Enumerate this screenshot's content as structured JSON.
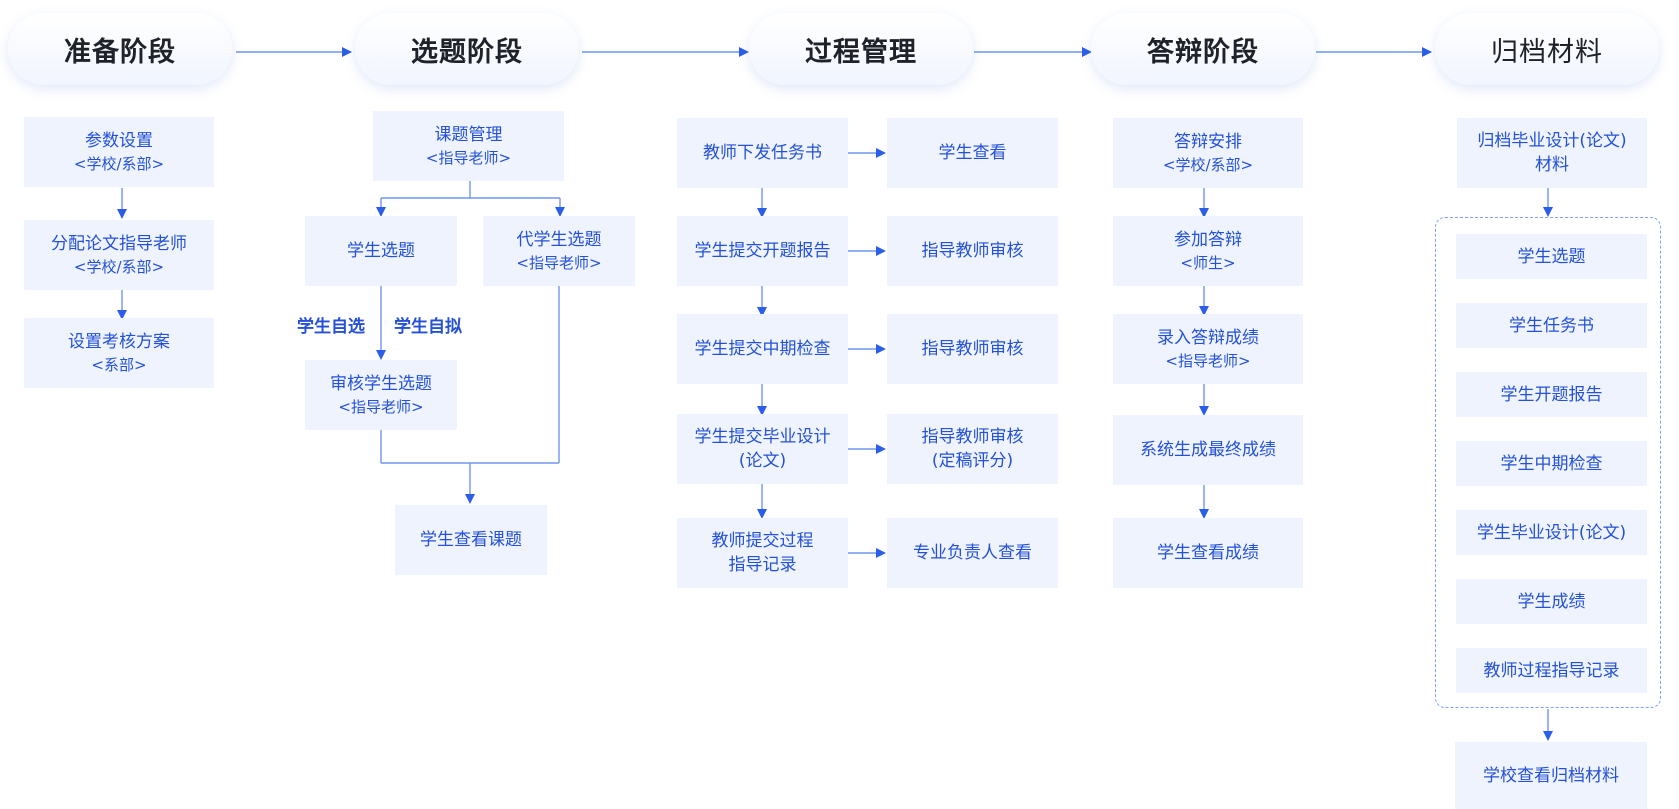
{
  "stages": {
    "prep": "准备阶段",
    "select": "选题阶段",
    "process": "过程管理",
    "defense": "答辩阶段",
    "archive": "归档材料"
  },
  "prep": {
    "params": {
      "title": "参数设置",
      "sub": "<学校/系部>"
    },
    "assign": {
      "title": "分配论文指导老师",
      "sub": "<学校/系部>"
    },
    "scheme": {
      "title": "设置考核方案",
      "sub": "<系部>"
    }
  },
  "select": {
    "topic_mgmt": {
      "title": "课题管理",
      "sub": "<指导老师>"
    },
    "student_select": "学生选题",
    "proxy_select": {
      "title": "代学生选题",
      "sub": "<指导老师>"
    },
    "self_choose": "学生自选",
    "self_propose": "学生自拟",
    "review": {
      "title": "审核学生选题",
      "sub": "<指导老师>"
    },
    "view_topic": "学生查看课题"
  },
  "process": {
    "task_issue": "教师下发任务书",
    "student_view": "学生查看",
    "opening": "学生提交开题报告",
    "review1": "指导教师审核",
    "midterm": "学生提交中期检查",
    "review2": "指导教师审核",
    "thesis": {
      "l1": "学生提交毕业设计",
      "l2": "(论文)"
    },
    "review3": {
      "l1": "指导教师审核",
      "l2": "(定稿评分)"
    },
    "record": {
      "l1": "教师提交过程",
      "l2": "指导记录"
    },
    "head_view": "专业负责人查看"
  },
  "defense": {
    "arrange": {
      "title": "答辩安排",
      "sub": "<学校/系部>"
    },
    "attend": {
      "title": "参加答辩",
      "sub": "<师生>"
    },
    "enter": {
      "title": "录入答辩成绩",
      "sub": "<指导老师>"
    },
    "final": "系统生成最终成绩",
    "view": "学生查看成绩"
  },
  "archive": {
    "top": {
      "l1": "归档毕业设计(论文)",
      "l2": "材料"
    },
    "items": [
      "学生选题",
      "学生任务书",
      "学生开题报告",
      "学生中期检查",
      "学生毕业设计(论文)",
      "学生成绩",
      "教师过程指导记录"
    ],
    "school_view": "学校查看归档材料"
  },
  "colors": {
    "accent": "#2451d6",
    "box_fill": "#eef3fe",
    "line": "#6f95f0"
  }
}
